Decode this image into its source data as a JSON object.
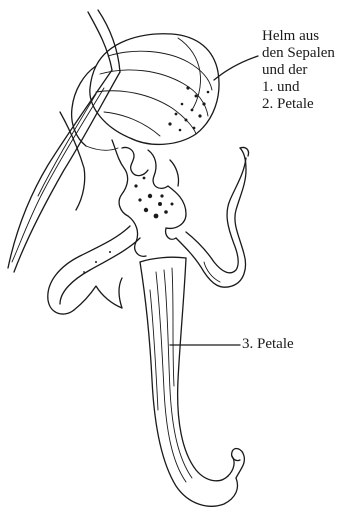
{
  "labels": {
    "helm": {
      "lines": [
        "Helm aus",
        "den Sepalen",
        "und der",
        "1. und",
        "2. Petale"
      ]
    },
    "petal3": {
      "text": "3. Petale"
    }
  },
  "colors": {
    "ink": "#1a1a1a",
    "background": "#ffffff"
  }
}
